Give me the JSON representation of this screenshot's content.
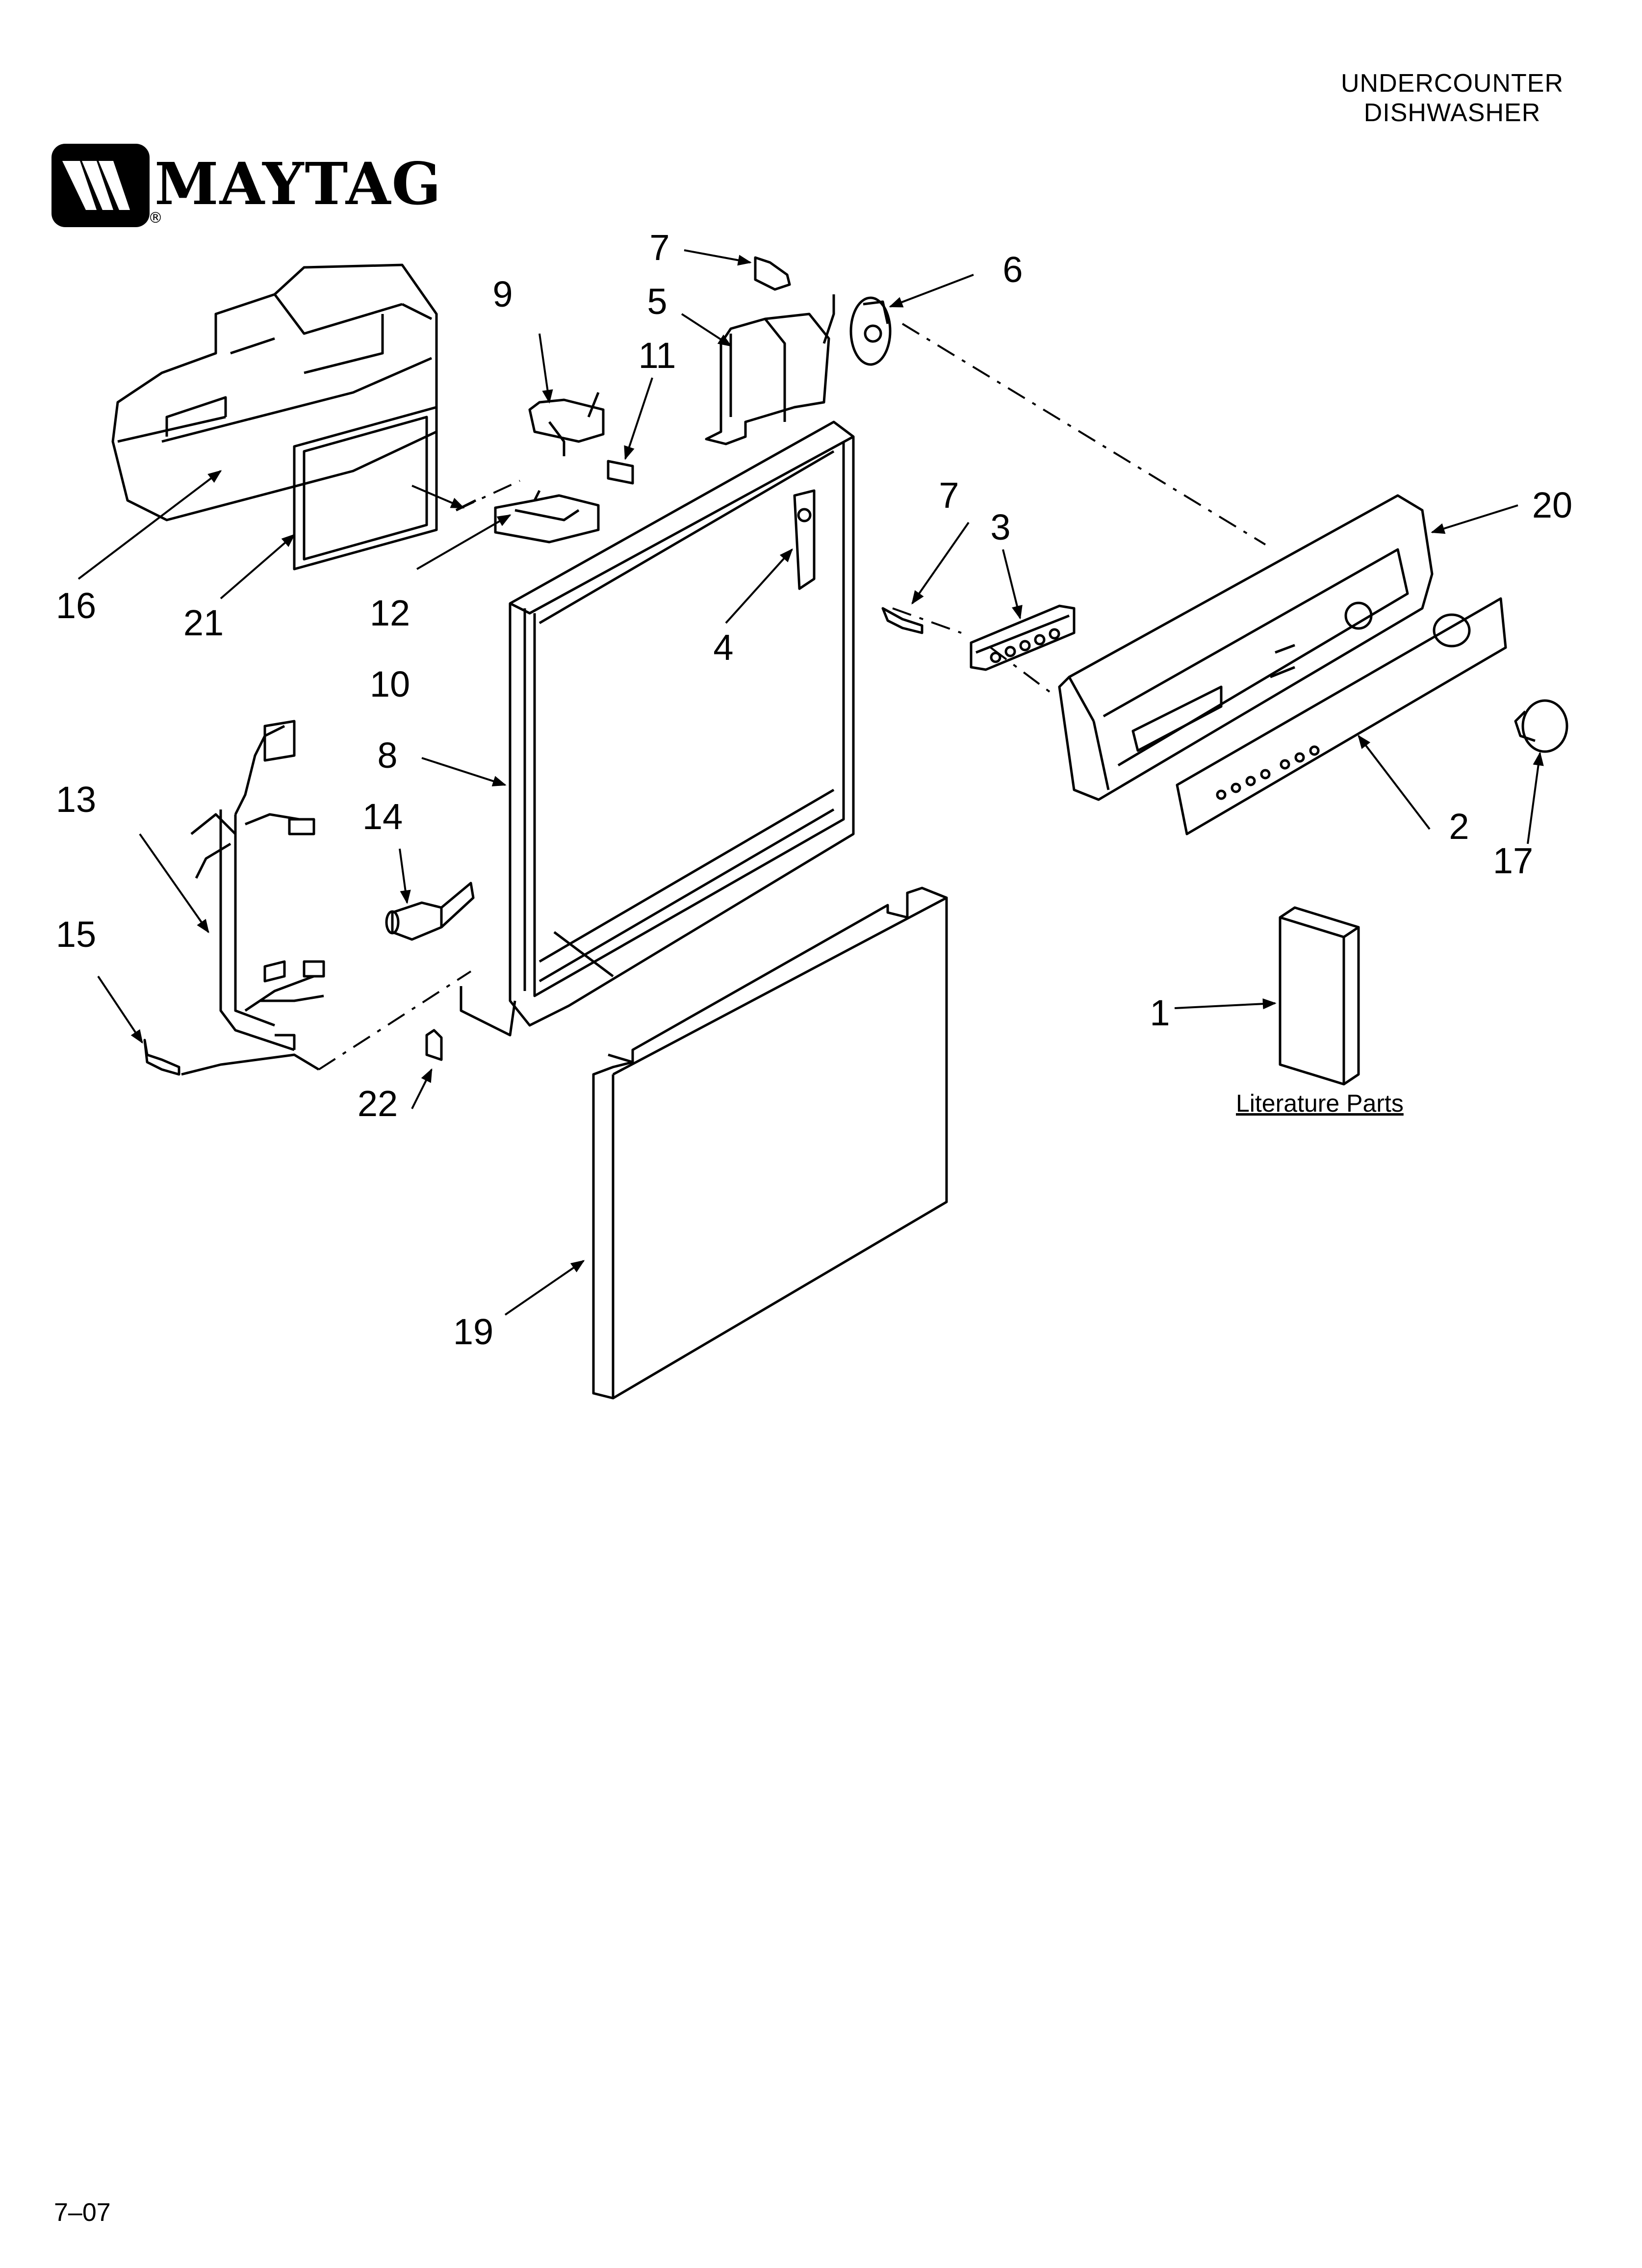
{
  "header": {
    "line1": "UNDERCOUNTER",
    "line2": "DISHWASHER"
  },
  "logo": {
    "brand": "MAYTAG",
    "registered": "®"
  },
  "callouts": {
    "c1": "1",
    "c2": "2",
    "c3": "3",
    "c4": "4",
    "c5": "5",
    "c6": "6",
    "c7a": "7",
    "c7b": "7",
    "c8": "8",
    "c9": "9",
    "c10": "10",
    "c11": "11",
    "c12": "12",
    "c13": "13",
    "c14": "14",
    "c15": "15",
    "c16": "16",
    "c17": "17",
    "c19": "19",
    "c20": "20",
    "c21": "21",
    "c22": "22"
  },
  "literature_label": "Literature Parts",
  "page_number": "7–07"
}
